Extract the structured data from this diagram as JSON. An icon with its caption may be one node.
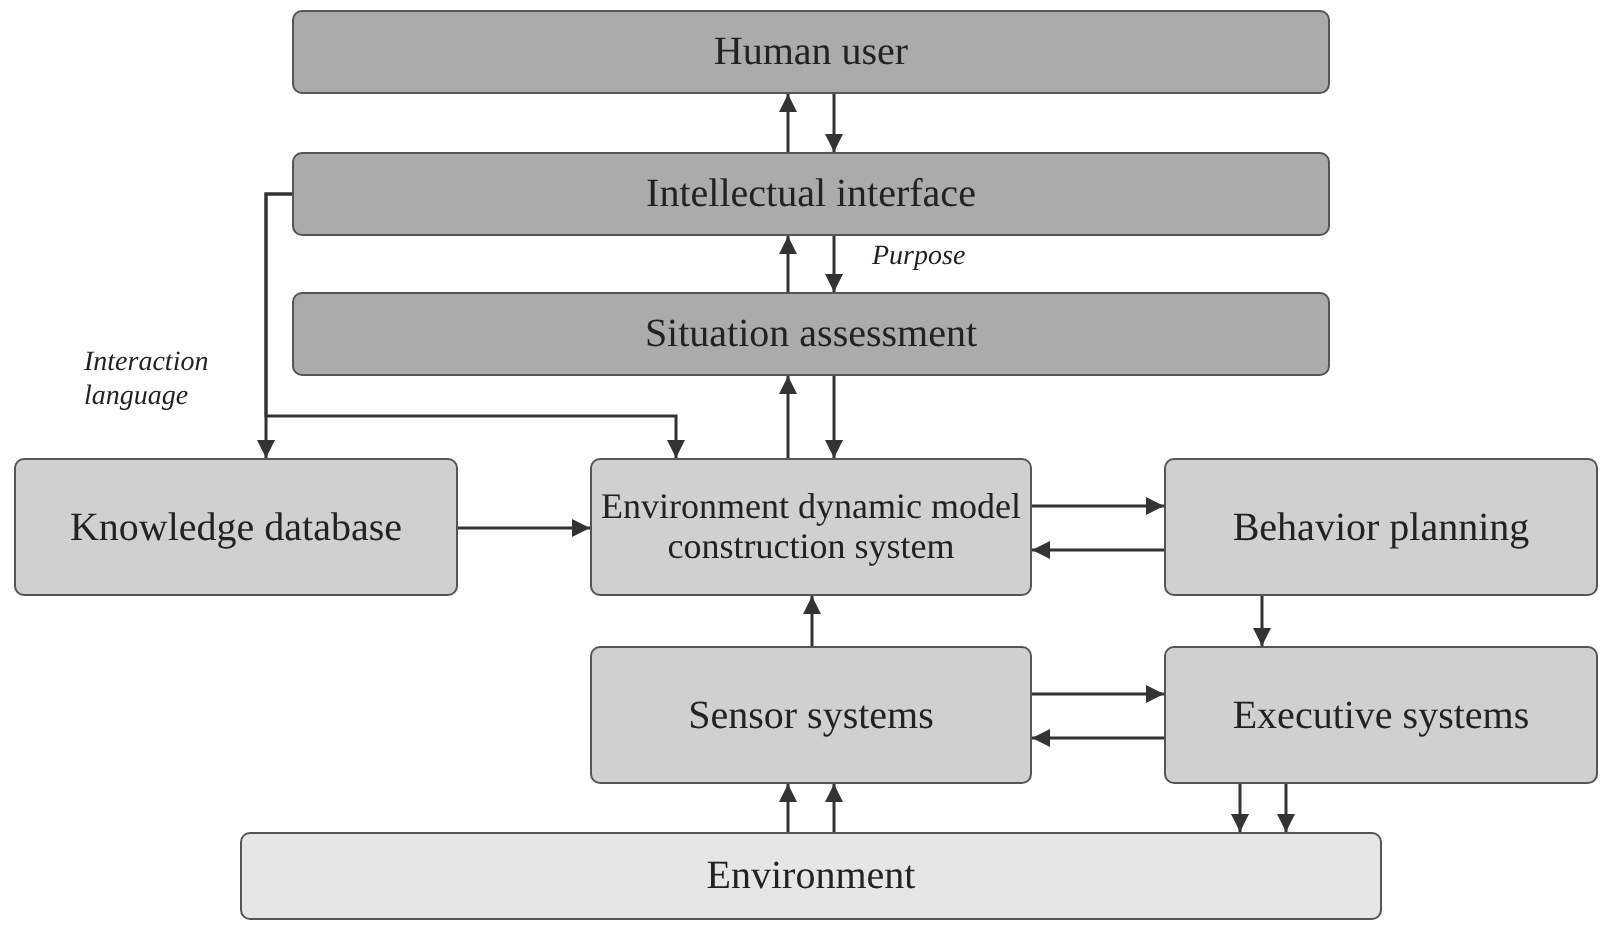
{
  "diagram": {
    "nodes": [
      {
        "text": [
          "Human user"
        ]
      },
      {
        "text": [
          "Intellectual interface"
        ]
      },
      {
        "text": [
          "Situation assessment"
        ]
      },
      {
        "text": [
          "Knowledge database"
        ]
      },
      {
        "text": [
          "Environment dynamic model construction system"
        ]
      },
      {
        "text": [
          "Behavior planning"
        ]
      },
      {
        "text": [
          "Sensor systems"
        ]
      },
      {
        "text": [
          "Executive systems"
        ]
      },
      {
        "text": [
          "Environment"
        ]
      }
    ],
    "edges": [
      {
        "from": 1,
        "to": 0,
        "arrow": "to"
      },
      {
        "from": 0,
        "to": 1,
        "arrow": "to"
      },
      {
        "from": 2,
        "to": 1,
        "arrow": "to"
      },
      {
        "from": 1,
        "to": 2,
        "arrow": "to",
        "label": "Purpose"
      },
      {
        "from": 4,
        "to": 2,
        "arrow": "to"
      },
      {
        "from": 2,
        "to": 4,
        "arrow": "to"
      },
      {
        "from": 1,
        "to": 3,
        "arrow": "to",
        "label": "Interaction language"
      },
      {
        "from": 1,
        "to": 4,
        "arrow": "to"
      },
      {
        "from": 3,
        "to": 4,
        "arrow": "to"
      },
      {
        "from": 4,
        "to": 5,
        "arrow": "to"
      },
      {
        "from": 5,
        "to": 4,
        "arrow": "to"
      },
      {
        "from": 6,
        "to": 4,
        "arrow": "to"
      },
      {
        "from": 5,
        "to": 7,
        "arrow": "to"
      },
      {
        "from": 6,
        "to": 7,
        "arrow": "to"
      },
      {
        "from": 7,
        "to": 6,
        "arrow": "to"
      },
      {
        "from": 8,
        "to": 6,
        "arrow": "to"
      },
      {
        "from": 8,
        "to": 6,
        "arrow": "to"
      },
      {
        "from": 7,
        "to": 8,
        "arrow": "to"
      },
      {
        "from": 7,
        "to": 8,
        "arrow": "to"
      }
    ]
  }
}
